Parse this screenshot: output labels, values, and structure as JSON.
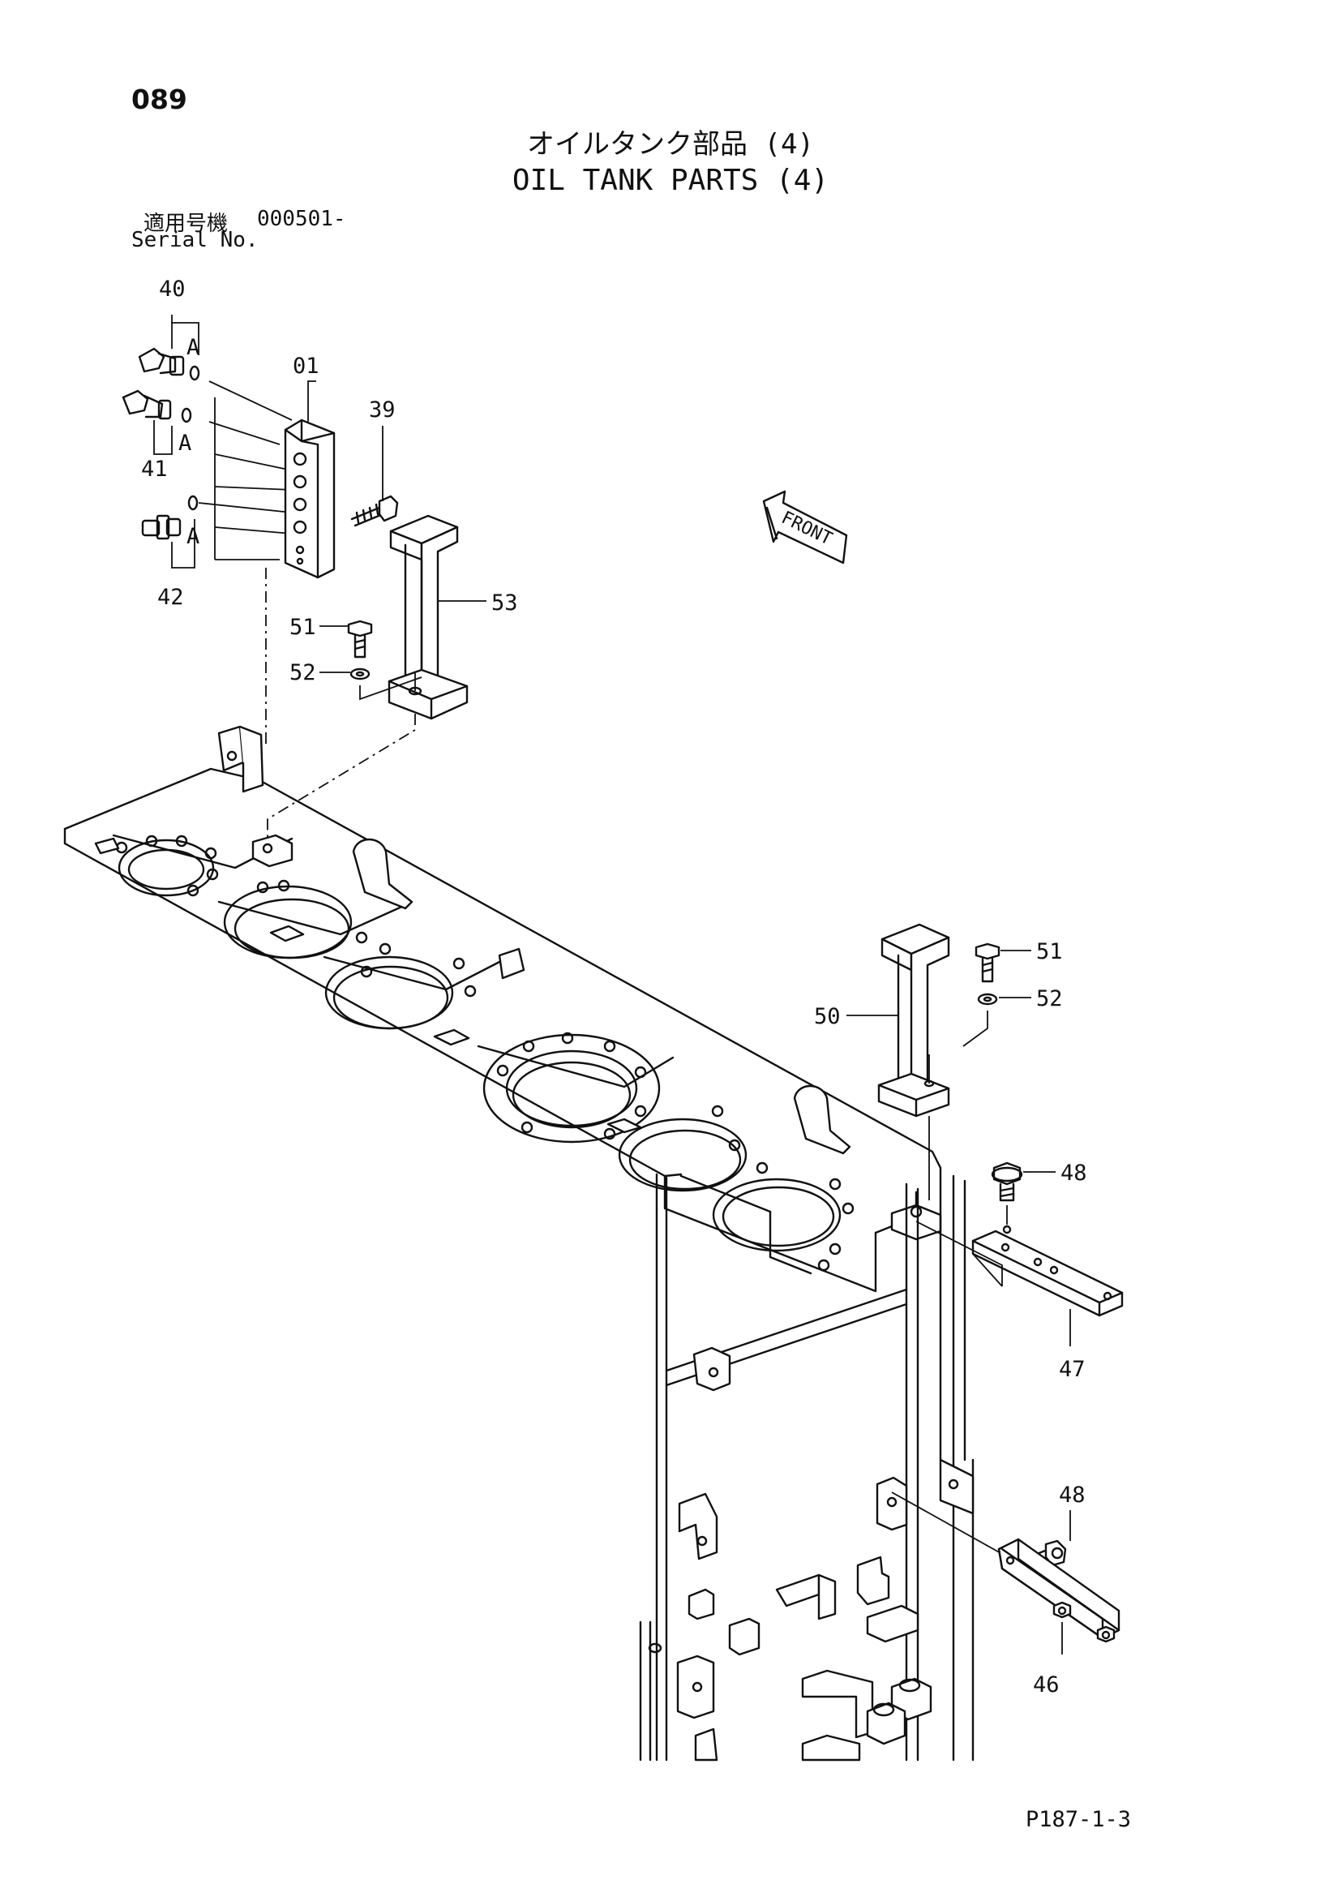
{
  "page_number": "089",
  "title_jp": "オイルタンク部品 (4)",
  "title_en": "OIL TANK PARTS (4)",
  "serial_label_jp": "適用号機",
  "serial_value": "000501-",
  "serial_label_en": "Serial No.",
  "front_label": "FRONT",
  "page_code": "P187-1-3",
  "callouts": {
    "p40": "40",
    "p41": "41",
    "p42": "42",
    "p01": "01",
    "p39": "39",
    "p53": "53",
    "p51_left": "51",
    "p52_left": "52",
    "p51_right": "51",
    "p52_right": "52",
    "p50": "50",
    "p48_top": "48",
    "p47": "47",
    "p48_bottom": "48",
    "p46": "46",
    "a1": "A",
    "a2": "A",
    "a3": "A"
  }
}
